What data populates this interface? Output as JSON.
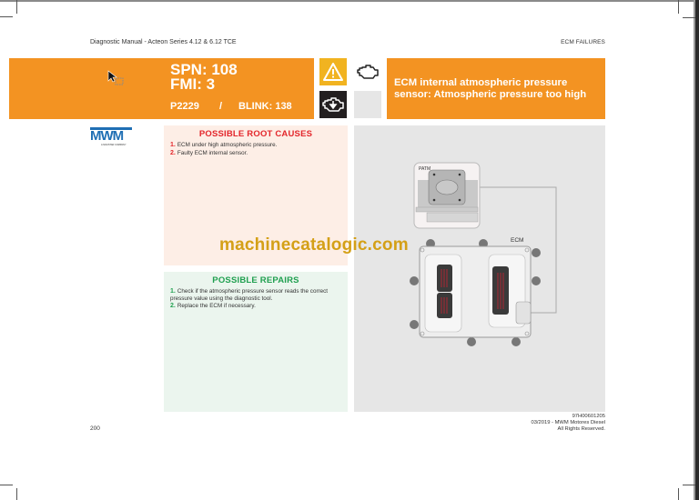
{
  "header": {
    "doc_title": "Diagnostic Manual - Acteon Series 4.12 & 6.12 TCE",
    "section_title": "ECM FAILURES"
  },
  "fault_code": {
    "spn": "SPN: 108",
    "fmi": "FMI: 3",
    "p_code": "P2229",
    "separator": "/",
    "blink": "BLINK: 138"
  },
  "indicator_icons": [
    {
      "name": "warning-icon",
      "bg": "#f1b320"
    },
    {
      "name": "engine-check-icon",
      "bg": "#ffffff"
    },
    {
      "name": "engine-derate-icon",
      "bg": "#231f20"
    },
    {
      "name": "blank-icon",
      "bg": "#e6e6e6"
    }
  ],
  "description": "ECM internal atmospheric pressure sensor: Atmospheric pressure too high",
  "logo": {
    "text": "MWM",
    "subtext": "A NAVISTAR COMPANY"
  },
  "root_causes": {
    "heading": "POSSIBLE ROOT CAUSES",
    "items": [
      {
        "num": "1.",
        "text": "ECM under high atmospheric pressure."
      },
      {
        "num": "2.",
        "text": "Faulty ECM internal sensor."
      }
    ]
  },
  "repairs": {
    "heading": "POSSIBLE REPAIRS",
    "items": [
      {
        "num": "1.",
        "text": "Check if the atmospheric pressure sensor reads the correct pressure value using the diagnostic tool."
      },
      {
        "num": "2.",
        "text": "Replace the ECM if necessary."
      }
    ]
  },
  "figure": {
    "sensor_label": "PATM",
    "ecm_label": "ECM"
  },
  "watermark": "machinecatalogic.com",
  "footer": {
    "page_number": "200",
    "doc_code": "97H00601205",
    "date_company": "03/2019 - MWM Motores Diesel",
    "rights": "All Rights Reserved."
  },
  "colors": {
    "banner_orange": "#f39322",
    "warning_yellow": "#f1b320",
    "causes_red": "#e3262b",
    "repairs_green": "#20a050",
    "causes_bg": "#fdeee6",
    "repairs_bg": "#ebf5ee",
    "figure_bg": "#e6e6e6",
    "logo_blue": "#1f6fb4",
    "watermark_gold": "#d4a017"
  }
}
